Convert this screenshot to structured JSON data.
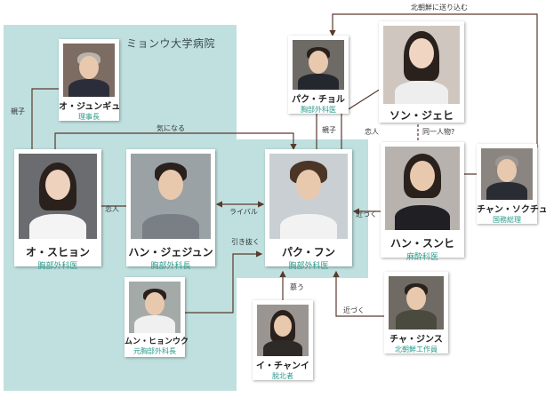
{
  "hospital": {
    "name": "ミョンウ大学病院"
  },
  "characters": {
    "oh_jungyu": {
      "name": "オ・ジュンギュ",
      "role": "理事長"
    },
    "park_chul": {
      "name": "パク・チョル",
      "role": "胸部外科医"
    },
    "son_jaehee": {
      "name": "ソン・ジェヒ",
      "role": ""
    },
    "chang_sokchu": {
      "name": "チャン・ソクチュ",
      "role": "国務総理"
    },
    "oh_suhyun": {
      "name": "オ・スヒョン",
      "role": "胸部外科医"
    },
    "han_jaejun": {
      "name": "ハン・ジェジュン",
      "role": "胸部外科長"
    },
    "park_hun": {
      "name": "パク・フン",
      "role": "胸部外科医"
    },
    "han_sunhee": {
      "name": "ハン・スンヒ",
      "role": "麻酔科医"
    },
    "mun_hyonwook": {
      "name": "ムン・ヒョンウク",
      "role": "元胸部外科長"
    },
    "lee_chani": {
      "name": "イ・チャンイ",
      "role": "脱北者"
    },
    "cha_jinsu": {
      "name": "チャ・ジンス",
      "role": "北朝鮮工作員"
    }
  },
  "relations": {
    "send_north": "北朝鮮に送り込む",
    "parent_child_1": "親子",
    "parent_child_2": "親子",
    "interested": "気になる",
    "lovers_1": "恋人",
    "lovers_2": "恋人",
    "same_person": "同一人物?",
    "rival": "ライバル",
    "approach_1": "近づく",
    "approach_2": "近づく",
    "recruit": "引き抜く",
    "admire": "慕う"
  },
  "colors": {
    "hospital_area": "#bfe0df",
    "role_text": "#2a9a8c",
    "line": "#5a3a2e",
    "line_light": "#8a7a70"
  }
}
